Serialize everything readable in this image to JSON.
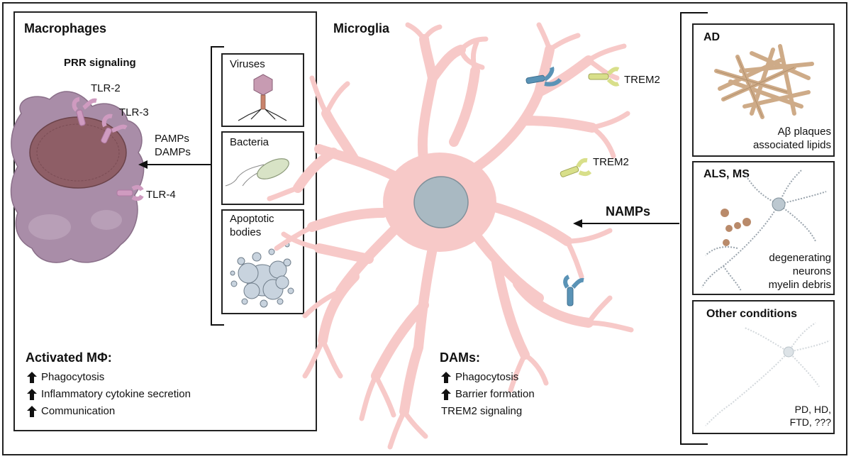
{
  "macrophages": {
    "title": "Macrophages",
    "subtitle": "PRR signaling",
    "receptors": [
      "TLR-2",
      "TLR-3",
      "TLR-4"
    ],
    "signals": [
      "PAMPs",
      "DAMPs"
    ],
    "activated_title": "Activated MΦ:",
    "activated_items": [
      "Phagocytosis",
      "Inflammatory cytokine secretion",
      "Communication"
    ]
  },
  "pathogens": {
    "viruses": "Viruses",
    "bacteria": "Bacteria",
    "apoptotic": [
      "Apoptotic",
      "bodies"
    ]
  },
  "microglia": {
    "title": "Microglia",
    "trem2_labels": [
      "TREM2",
      "TREM2"
    ],
    "namps": "NAMPs",
    "dams_title": "DAMs:",
    "dams_items": [
      "Phagocytosis",
      "Barrier formation"
    ],
    "dams_extra": "TREM2 signaling"
  },
  "conditions": {
    "ad": {
      "title": "AD",
      "lines": [
        "Aβ plaques",
        "associated lipids"
      ]
    },
    "als": {
      "title": "ALS, MS",
      "lines": [
        "degenerating",
        "neurons",
        "myelin debris"
      ]
    },
    "other": {
      "title": "Other conditions",
      "lines": [
        "PD, HD,",
        "FTD, ???"
      ]
    }
  },
  "colors": {
    "microglia_fill": "#f7c9c8",
    "microglia_stroke": "#e3a3a3",
    "macrophage_fill": "#a98da8",
    "nucleus_macrophage": "#8e5e66",
    "nucleus_microglia": "#a9b9c2",
    "trem2": "#d8df8a",
    "receptor_blue": "#5a93b6",
    "tlr": "#cf9bc0"
  }
}
